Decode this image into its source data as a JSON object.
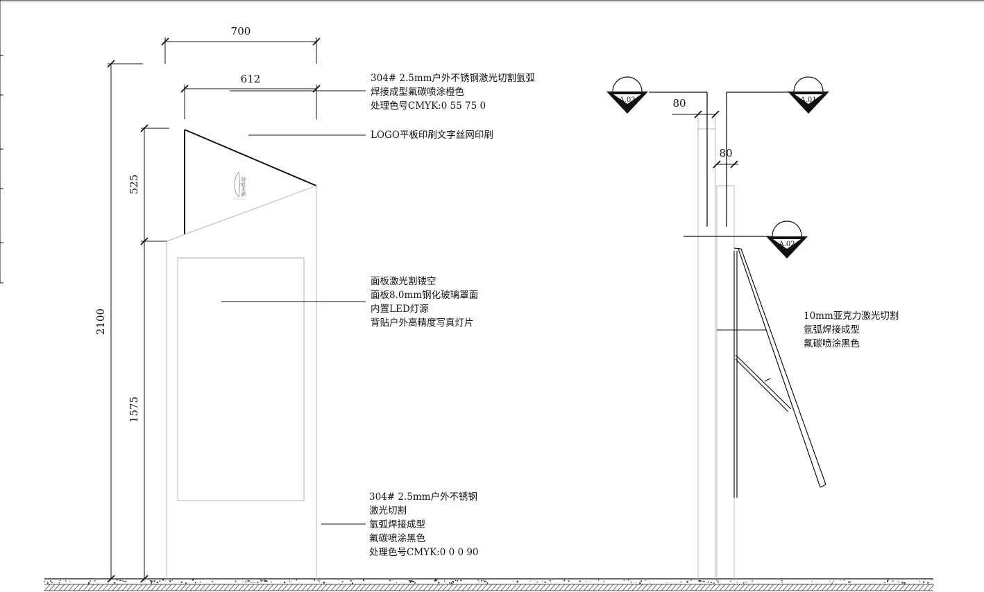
{
  "dimensions": {
    "width_total": "700",
    "width_panel": "612",
    "height_total": "2100",
    "height_top": "525",
    "height_bottom": "1575",
    "side_offset_top": "80",
    "side_offset_lower": "80"
  },
  "notes": {
    "top_steel": [
      "304# 2.5mm户外不锈钢激光切割氩弧",
      "焊接成型氟碳喷涂橙色",
      "处理色号CMYK:0 55 75 0"
    ],
    "logo": [
      "LOGO平板印刷文字丝网印刷"
    ],
    "panel": [
      "面板激光割镂空",
      "面板8.0mm钢化玻璃罩面",
      "内置LED灯源",
      "背贴户外高精度写真灯片"
    ],
    "base_steel": [
      "304# 2.5mm户外不锈钢",
      "激光切割",
      "氩弧焊接成型",
      "氟碳喷涂黑色",
      "处理色号CMYK:0 0 0 90"
    ],
    "acrylic": [
      "10mm亚克力激光切割",
      "氩弧焊接成型",
      "氟碳喷涂黑色"
    ]
  },
  "tags": {
    "a01": "A.01",
    "a02": "A.02",
    "a03": "A.03"
  },
  "logo": {
    "text": "映月天地"
  }
}
